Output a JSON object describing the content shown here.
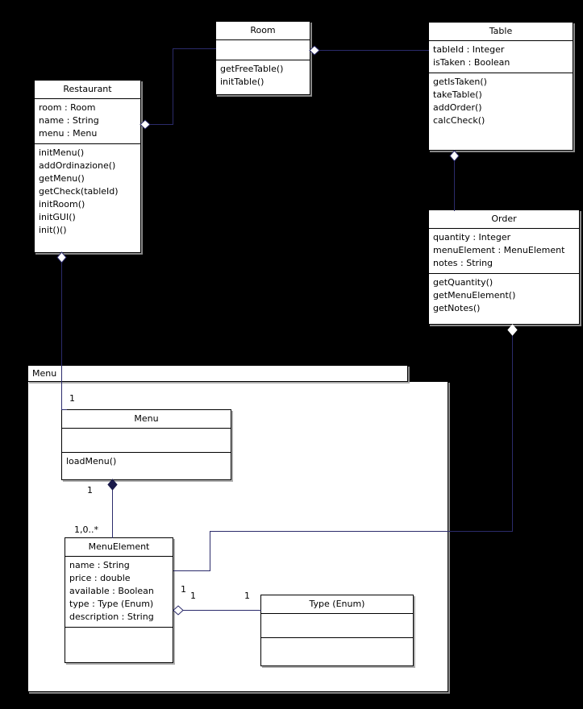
{
  "diagram": {
    "type": "uml-class-diagram",
    "background": "#000000",
    "line_color": "#2b2b6b",
    "box_fill": "#ffffff"
  },
  "classes": {
    "restaurant": {
      "name": "Restaurant",
      "attributes": [
        "room : Room",
        "name : String",
        "menu : Menu"
      ],
      "operations": [
        "initMenu()",
        "addOrdinazione()",
        "getMenu()",
        "getCheck(tableId)",
        "initRoom()",
        "initGUI()",
        "init()()"
      ]
    },
    "room": {
      "name": "Room",
      "attributes": [],
      "operations": [
        "getFreeTable()",
        "initTable()"
      ]
    },
    "table": {
      "name": "Table",
      "attributes": [
        "tableId : Integer",
        "isTaken : Boolean"
      ],
      "operations": [
        "getIsTaken()",
        "takeTable()",
        "addOrder()",
        "calcCheck()"
      ]
    },
    "order": {
      "name": "Order",
      "attributes": [
        "quantity : Integer",
        "menuElement : MenuElement",
        "notes : String"
      ],
      "operations": [
        "getQuantity()",
        "getMenuElement()",
        "getNotes()"
      ]
    },
    "menu": {
      "name": "Menu",
      "attributes": [],
      "operations": [
        "loadMenu()"
      ]
    },
    "menu_element": {
      "name": "MenuElement",
      "attributes": [
        "name : String",
        "price : double",
        "available : Boolean",
        "type : Type (Enum)",
        "description : String"
      ],
      "operations": []
    },
    "type_enum": {
      "name": "Type (Enum)",
      "attributes": [],
      "operations": []
    }
  },
  "package": {
    "label": "Menu"
  },
  "multiplicities": {
    "menu_top": "1",
    "menu_bottom": "1",
    "menu_element_top": "1,0..*",
    "menu_element_right": "1",
    "menu_element_assoc": "1",
    "type_enum_left": "1"
  },
  "associations": [
    {
      "name": "restaurant-room",
      "source": "Restaurant",
      "target": "Room",
      "source_marker": "hollow-diamond",
      "target_marker": "none"
    },
    {
      "name": "room-table",
      "source": "Room",
      "target": "Table",
      "source_marker": "hollow-diamond",
      "target_marker": "none"
    },
    {
      "name": "table-order",
      "source": "Table",
      "target": "Order",
      "source_marker": "hollow-diamond",
      "target_marker": "none"
    },
    {
      "name": "order-menuelement",
      "source": "Order",
      "target": "MenuElement",
      "source_marker": "filled-diamond",
      "target_marker": "none"
    },
    {
      "name": "restaurant-menu",
      "source": "Restaurant",
      "target": "Menu",
      "source_marker": "hollow-diamond",
      "target_marker": "none"
    },
    {
      "name": "menu-menuelement",
      "source": "Menu",
      "target": "MenuElement",
      "source_marker": "filled-diamond",
      "target_marker": "none"
    },
    {
      "name": "menuelement-type",
      "source": "MenuElement",
      "target": "Type (Enum)",
      "source_marker": "hollow-diamond",
      "target_marker": "none"
    }
  ]
}
